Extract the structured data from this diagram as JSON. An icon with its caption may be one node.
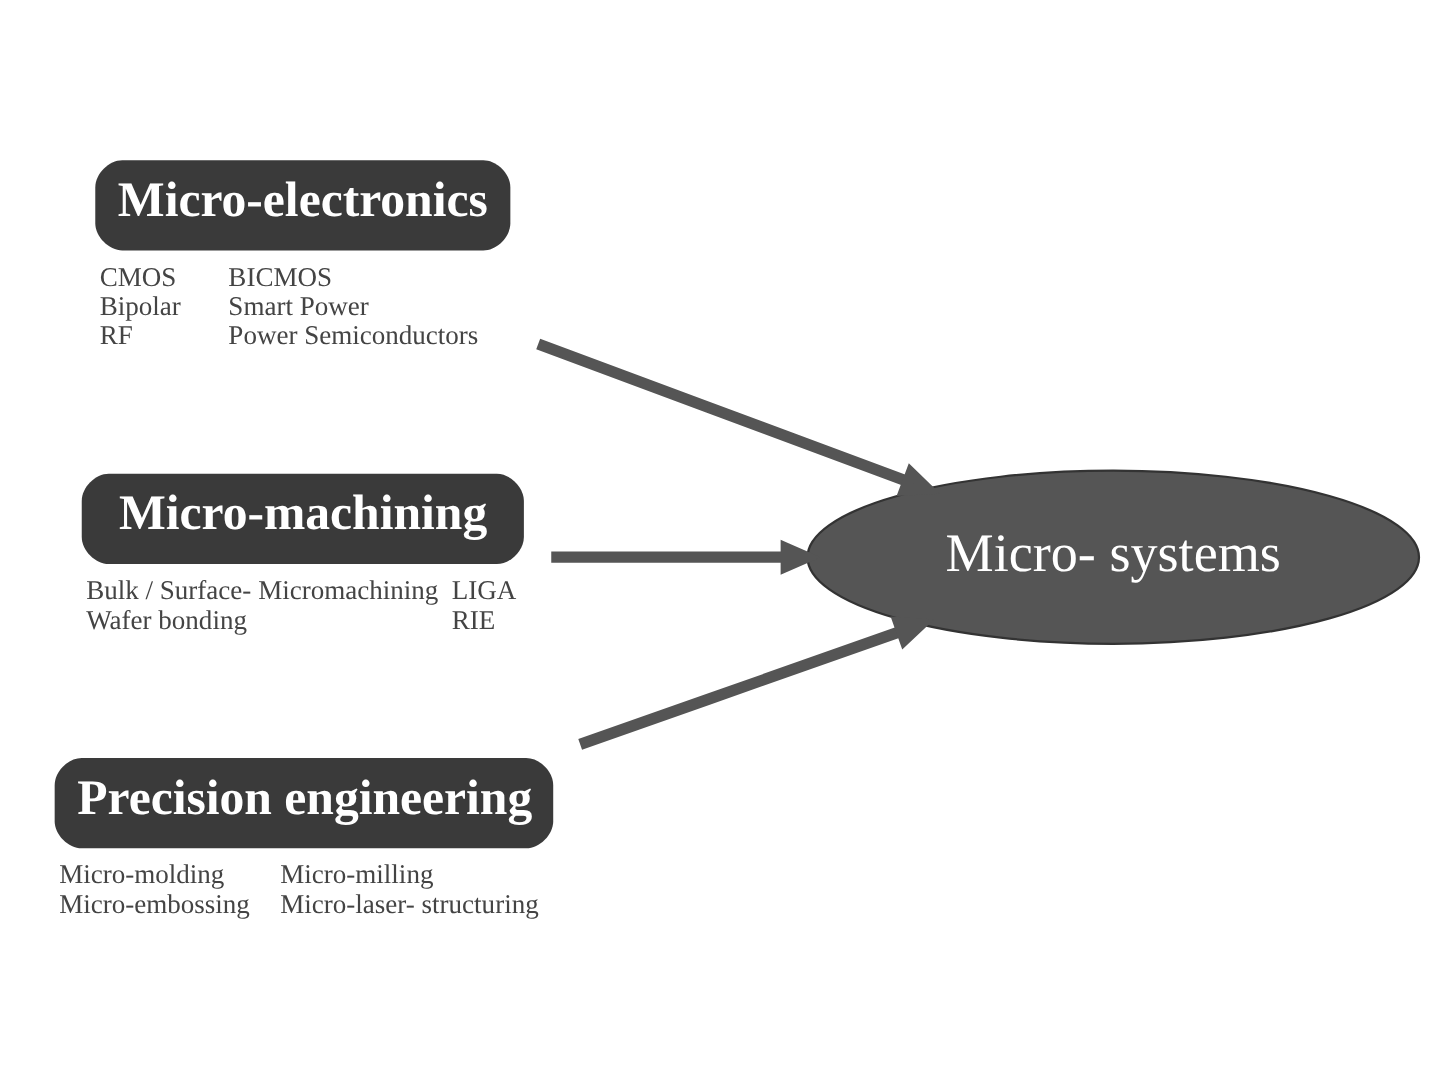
{
  "diagram": {
    "nodes": [
      {
        "text": [
          "Micro-electronics"
        ],
        "beside": [
          "CMOS",
          "Bipolar",
          "RF",
          "BICMOS",
          "Smart Power",
          "Power Semiconductors"
        ]
      },
      {
        "text": [
          "Micro-machining"
        ],
        "beside": [
          "Bulk / Surface- Micromachining",
          "Wafer bonding",
          "LIGA",
          "RIE"
        ]
      },
      {
        "text": [
          "Precision engineering"
        ],
        "beside": [
          "Micro-molding",
          "Micro-embossing",
          "Micro-milling",
          "Micro-laser- structuring"
        ]
      },
      {
        "text": [
          "Micro- systems"
        ]
      }
    ],
    "edges": [
      {
        "from": 0,
        "to": 3,
        "arrow": "to"
      },
      {
        "from": 1,
        "to": 3,
        "arrow": "to"
      },
      {
        "from": 2,
        "to": 3,
        "arrow": "to"
      }
    ]
  }
}
